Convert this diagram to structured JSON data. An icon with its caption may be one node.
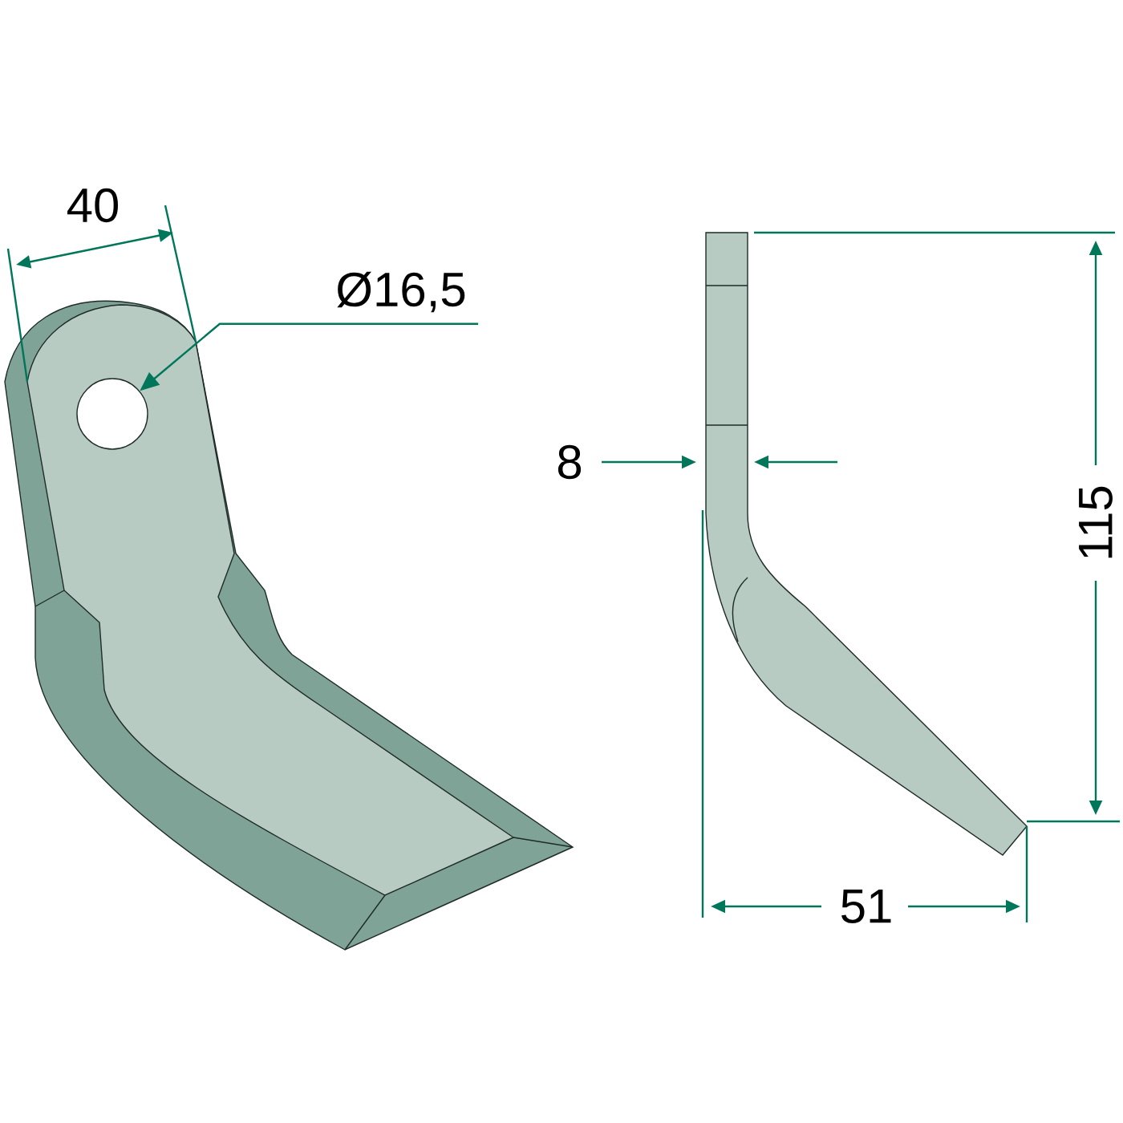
{
  "diagram": {
    "nodes": [
      {
        "text": [
          "Ø16,5"
        ]
      },
      {
        "text": [],
        "shape": "circle"
      }
    ],
    "edges": [
      {
        "from": 0,
        "to": 1,
        "arrow": "to"
      }
    ],
    "labels": [
      "40",
      "8",
      "115",
      "51"
    ]
  }
}
